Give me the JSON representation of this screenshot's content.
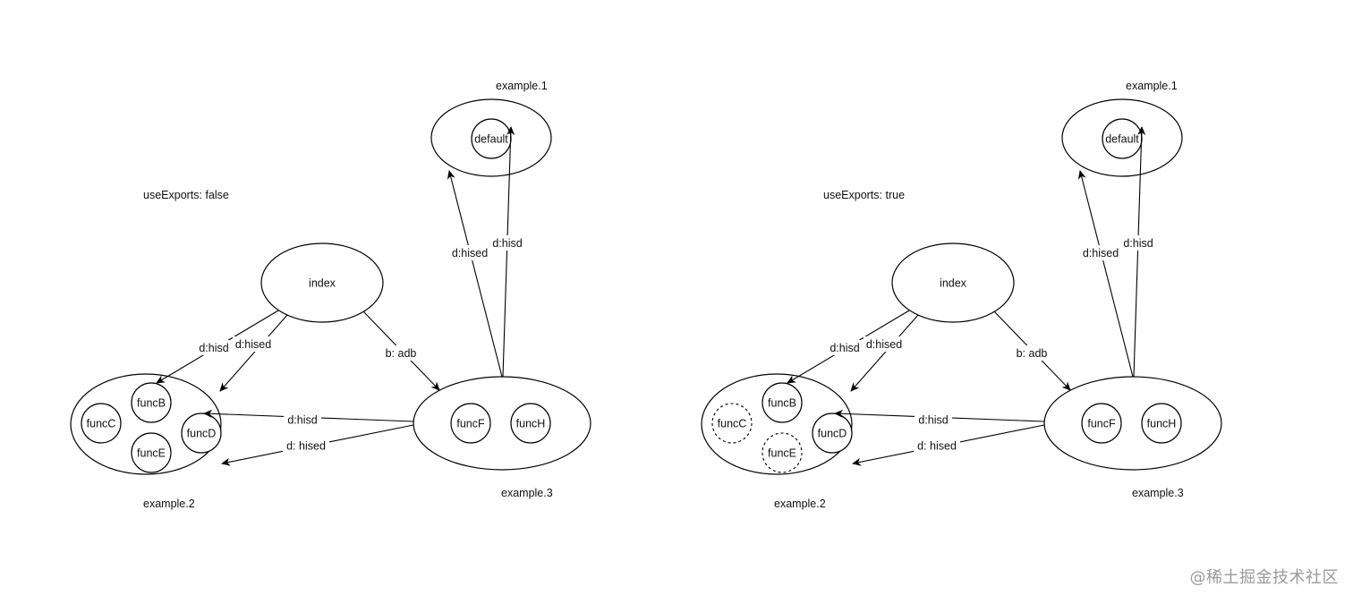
{
  "panels": [
    {
      "mode_label": "useExports: false",
      "nodes": {
        "example1": {
          "caption": "example.1",
          "child": "default"
        },
        "index": {
          "label": "index"
        },
        "example2": {
          "caption": "example.2",
          "children": [
            {
              "label": "funcB",
              "dashed": false
            },
            {
              "label": "funcC",
              "dashed": false
            },
            {
              "label": "funcD",
              "dashed": false
            },
            {
              "label": "funcE",
              "dashed": false
            }
          ]
        },
        "example3": {
          "caption": "example.3",
          "children": [
            {
              "label": "funcF",
              "dashed": false
            },
            {
              "label": "funcH",
              "dashed": false
            }
          ]
        }
      },
      "edges": {
        "index_to_funcB": "d:hisd",
        "index_to_example2": "d:hised",
        "index_to_example3": "b: adb",
        "example3_to_funcD": "d:hisd",
        "example3_to_example2": "d: hised",
        "example3_to_example1": "d:hised",
        "example3_to_default": "d:hisd"
      }
    },
    {
      "mode_label": "useExports: true",
      "nodes": {
        "example1": {
          "caption": "example.1",
          "child": "default"
        },
        "index": {
          "label": "index"
        },
        "example2": {
          "caption": "example.2",
          "children": [
            {
              "label": "funcB",
              "dashed": false
            },
            {
              "label": "funcC",
              "dashed": true
            },
            {
              "label": "funcD",
              "dashed": false
            },
            {
              "label": "funcE",
              "dashed": true
            }
          ]
        },
        "example3": {
          "caption": "example.3",
          "children": [
            {
              "label": "funcF",
              "dashed": false
            },
            {
              "label": "funcH",
              "dashed": false
            }
          ]
        }
      },
      "edges": {
        "index_to_funcB": "d:hisd",
        "index_to_example2": "d:hised",
        "index_to_example3": "b: adb",
        "example3_to_funcD": "d:hisd",
        "example3_to_example2": "d: hised",
        "example3_to_example1": "d:hised",
        "example3_to_default": "d:hisd"
      }
    }
  ],
  "watermark": "@稀土掘金技术社区"
}
